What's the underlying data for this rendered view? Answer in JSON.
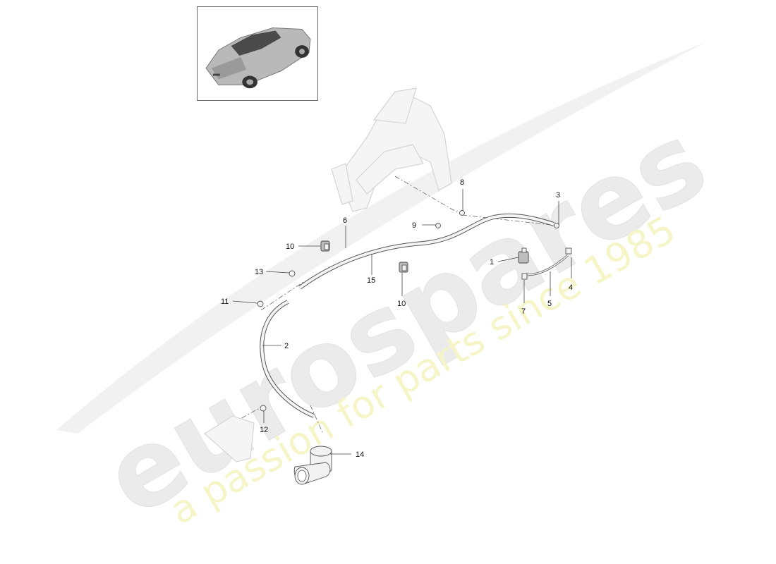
{
  "watermark": {
    "brand": "eurospares",
    "tagline": "a passion for parts since 1985"
  },
  "callouts": [
    {
      "id": "1",
      "label": "1"
    },
    {
      "id": "2",
      "label": "2"
    },
    {
      "id": "3",
      "label": "3"
    },
    {
      "id": "4",
      "label": "4"
    },
    {
      "id": "5",
      "label": "5"
    },
    {
      "id": "6",
      "label": "6"
    },
    {
      "id": "7",
      "label": "7"
    },
    {
      "id": "8",
      "label": "8"
    },
    {
      "id": "9",
      "label": "9"
    },
    {
      "id": "10a",
      "label": "10"
    },
    {
      "id": "10b",
      "label": "10"
    },
    {
      "id": "11",
      "label": "11"
    },
    {
      "id": "12",
      "label": "12"
    },
    {
      "id": "13",
      "label": "13"
    },
    {
      "id": "14",
      "label": "14"
    },
    {
      "id": "15",
      "label": "15"
    }
  ],
  "colors": {
    "line": "#444444",
    "watermark_gray": "#e6e6e6",
    "watermark_yellow": "#f6f5c8"
  }
}
